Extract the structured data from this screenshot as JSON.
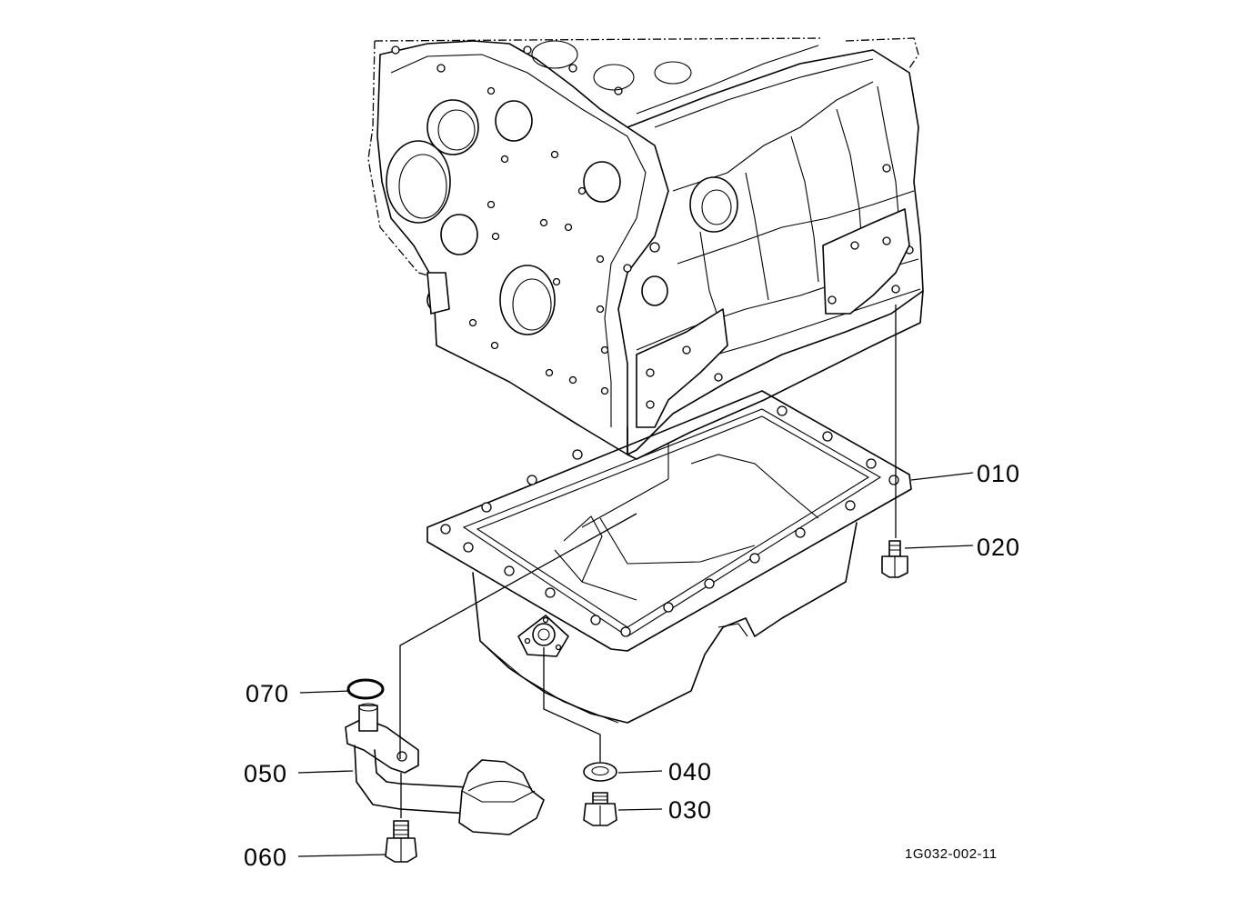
{
  "callouts": [
    {
      "id": "010",
      "label": "010"
    },
    {
      "id": "020",
      "label": "020"
    },
    {
      "id": "030",
      "label": "030"
    },
    {
      "id": "040",
      "label": "040"
    },
    {
      "id": "050",
      "label": "050"
    },
    {
      "id": "060",
      "label": "060"
    },
    {
      "id": "070",
      "label": "070"
    }
  ],
  "drawing_ref": "1G032-002-11"
}
